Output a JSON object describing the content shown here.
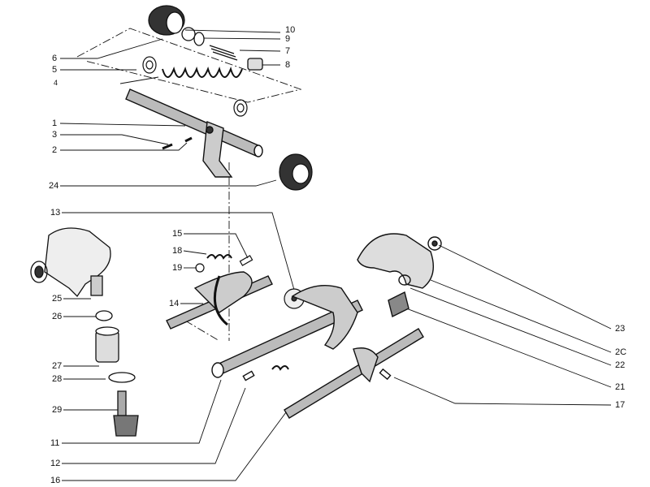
{
  "title": "Gearshift mechanism exploded view",
  "labels": {
    "l10": "10",
    "l9": "9",
    "l7": "7",
    "l8": "8",
    "l6": "6",
    "l5": "5",
    "l4": "4",
    "l1": "1",
    "l3": "3",
    "l2": "2",
    "l24": "24",
    "l13": "13",
    "l15": "15",
    "l18": "18",
    "l19": "19",
    "l14": "14",
    "l25": "25",
    "l26": "26",
    "l27": "27",
    "l28": "28",
    "l29": "29",
    "l11": "11",
    "l12": "12",
    "l16": "16",
    "l23": "23",
    "l20": "2C",
    "l22": "22",
    "l21": "21",
    "l17": "17"
  }
}
